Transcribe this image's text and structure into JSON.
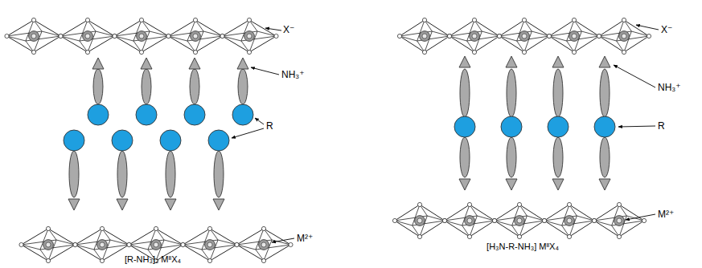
{
  "diagram": {
    "labels": [
      "X⁻",
      "NH₃⁺",
      "R",
      "M²⁺",
      "[R-NH₃]₂ MᴵᴵX₄",
      "X⁻",
      "NH₃⁺",
      "R",
      "M²⁺",
      "[H₃N-R-NH₃] MᴵᴵX₄"
    ]
  }
}
